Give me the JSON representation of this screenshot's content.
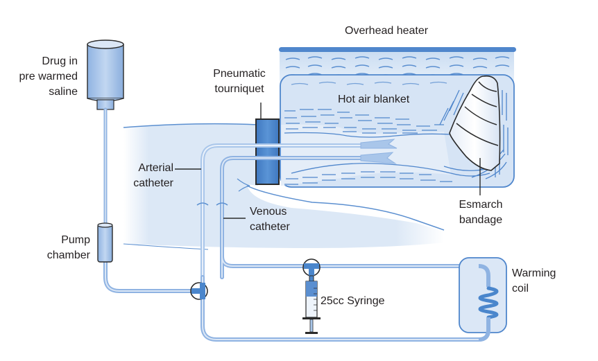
{
  "diagram": {
    "type": "isolated limb perfusion setup",
    "colors": {
      "tube": "#5b8fd0",
      "tube_light": "#a9c6ea",
      "fill_light": "#dbe7f6",
      "device": "#4a86cc",
      "outline": "#2a2a2a",
      "text": "#231f20"
    },
    "labels": {
      "drug": [
        "Drug in",
        "pre warmed",
        "saline"
      ],
      "pump": [
        "Pump",
        "chamber"
      ],
      "tourniquet": [
        "Pneumatic",
        "tourniquet"
      ],
      "overhead_heater": "Overhead heater",
      "hot_air_blanket": "Hot air blanket",
      "arterial": [
        "Arterial",
        "catheter"
      ],
      "venous": [
        "Venous",
        "catheter"
      ],
      "esmarch": [
        "Esmarch",
        "bandage"
      ],
      "warming_coil": [
        "Warming",
        "coil"
      ],
      "syringe": "25cc Syringe"
    },
    "components": [
      {
        "id": "drug-reservoir",
        "icon": "cylinder-reservoir"
      },
      {
        "id": "pump-chamber",
        "icon": "small-cylinder"
      },
      {
        "id": "three-way-stopcock-left",
        "icon": "stopcock"
      },
      {
        "id": "three-way-stopcock-syringe",
        "icon": "stopcock"
      },
      {
        "id": "syringe",
        "icon": "syringe"
      },
      {
        "id": "warming-coil",
        "icon": "coil"
      },
      {
        "id": "pneumatic-tourniquet",
        "icon": "cuff"
      },
      {
        "id": "overhead-heater",
        "icon": "heater-bar"
      },
      {
        "id": "hot-air-blanket",
        "icon": "blanket"
      },
      {
        "id": "esmarch-bandage",
        "icon": "bandage-wrap"
      },
      {
        "id": "arterial-catheter",
        "icon": "catheter"
      },
      {
        "id": "venous-catheter",
        "icon": "catheter"
      }
    ]
  }
}
